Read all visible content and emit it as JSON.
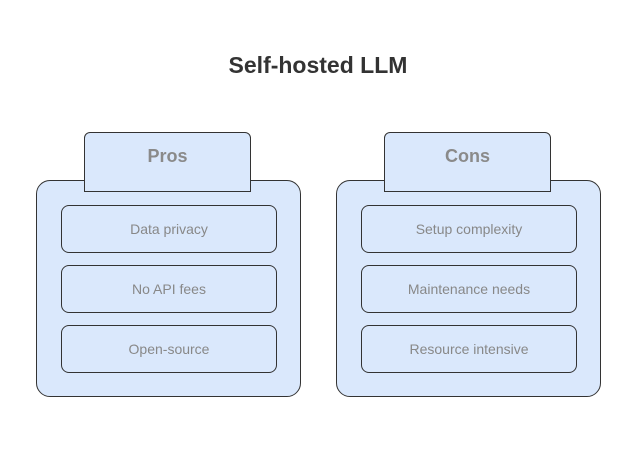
{
  "title": "Self-hosted LLM",
  "pros": {
    "label": "Pros",
    "items": [
      "Data privacy",
      "No API fees",
      "Open-source"
    ]
  },
  "cons": {
    "label": "Cons",
    "items": [
      "Setup complexity",
      "Maintenance needs",
      "Resource intensive"
    ]
  },
  "colors": {
    "fill": "#dae8fc",
    "stroke": "#333333",
    "title_text": "#333333",
    "header_text": "#8a8a8a",
    "item_text": "#888888"
  }
}
